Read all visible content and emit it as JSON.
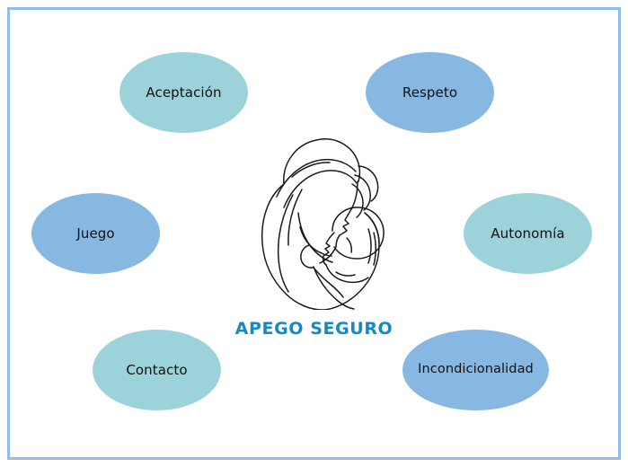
{
  "frame": {
    "border_color": "#8FBCE8",
    "background_color": "#FFFFFF"
  },
  "center": {
    "title": "APEGO SEGURO",
    "title_color": "#1589C4",
    "illustration_name": "mother-holding-baby-heart-line-art",
    "illustration_stroke_color": "#1A1A1A"
  },
  "palette": {
    "teal": "#9CD2D9",
    "blue": "#86B8E2",
    "text": "#111111"
  },
  "bubbles": [
    {
      "id": "aceptacion",
      "label": "Aceptación",
      "color": "#9CD2D9",
      "position": "top-left"
    },
    {
      "id": "respeto",
      "label": "Respeto",
      "color": "#86B8E2",
      "position": "top-right"
    },
    {
      "id": "juego",
      "label": "Juego",
      "color": "#86B8E2",
      "position": "middle-left"
    },
    {
      "id": "autonomia",
      "label": "Autonomía",
      "color": "#9CD2D9",
      "position": "middle-right"
    },
    {
      "id": "contacto",
      "label": "Contacto",
      "color": "#9CD2D9",
      "position": "bottom-left"
    },
    {
      "id": "incondicionalidad",
      "label": "Incondicionalidad",
      "color": "#86B8E2",
      "position": "bottom-right"
    }
  ]
}
